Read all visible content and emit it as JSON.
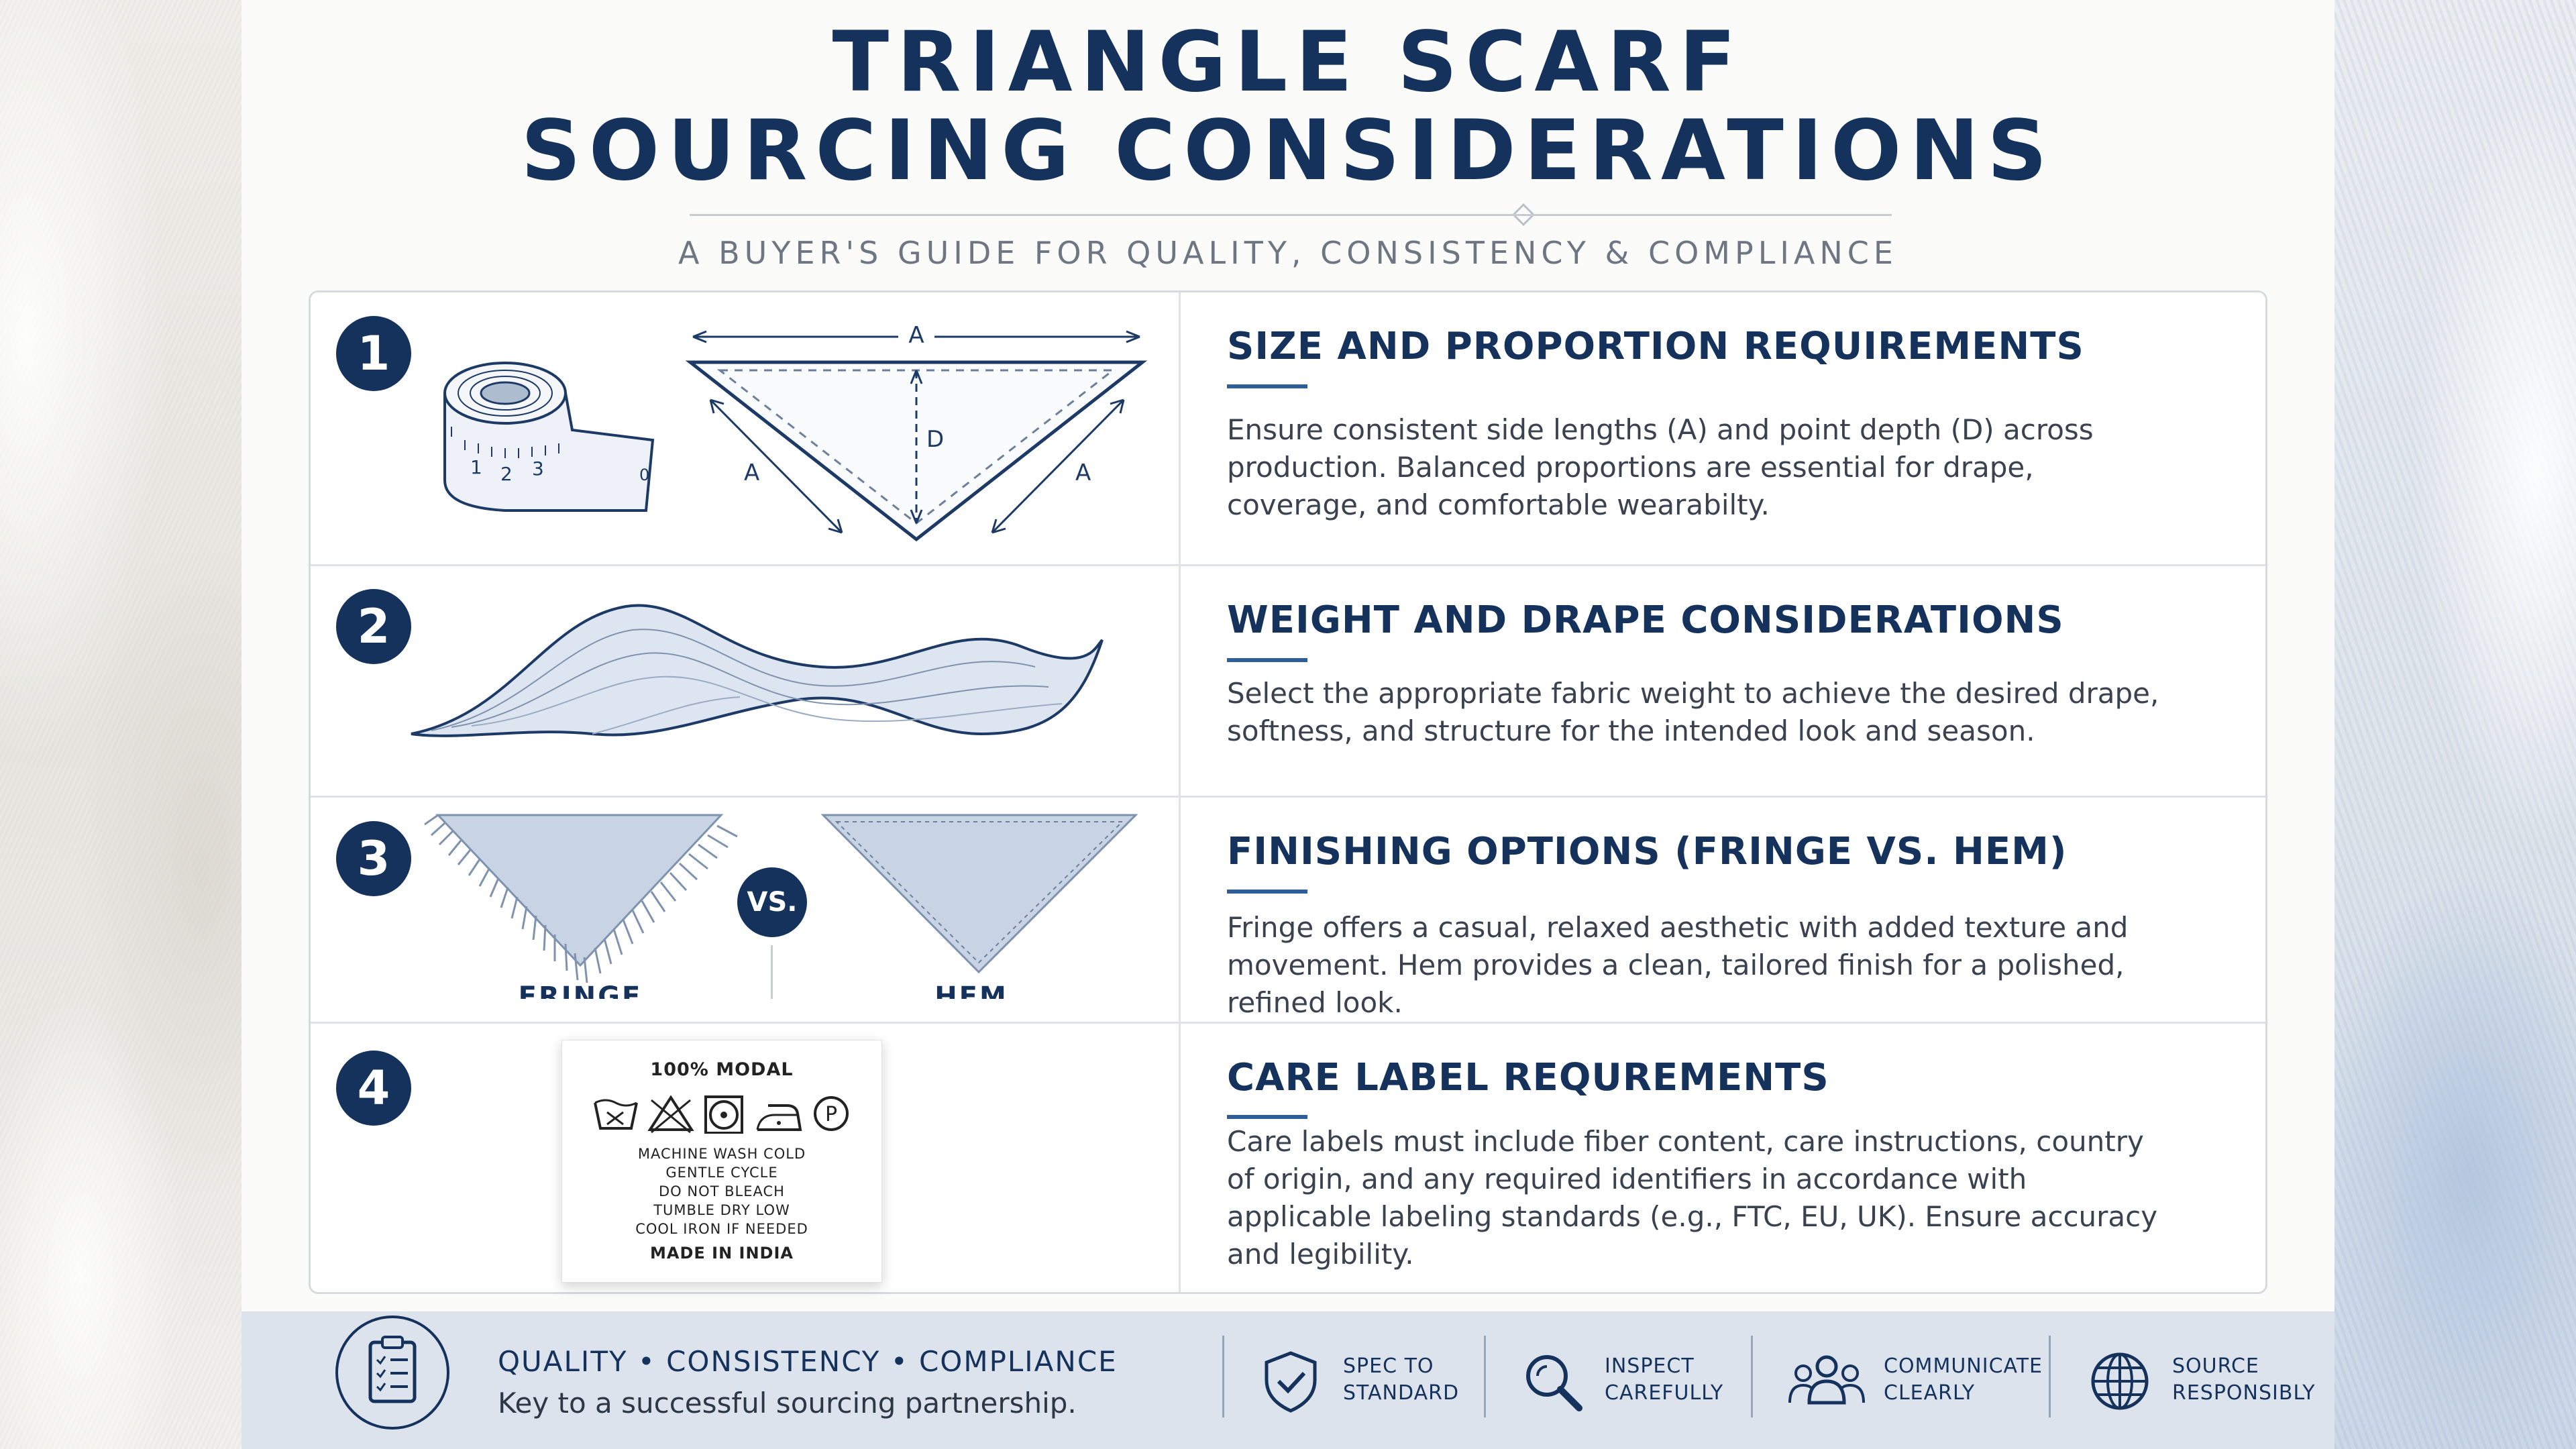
{
  "title": {
    "line1": "TRIANGLE SCARF",
    "line2": "SOURCING CONSIDERATIONS"
  },
  "subtitle": "A BUYER'S GUIDE FOR QUALITY, CONSISTENCY & COMPLIANCE",
  "colors": {
    "navy": "#15325c",
    "accent": "#2e5d9a",
    "footer": "#dce3ed"
  },
  "sections": [
    {
      "number": "1",
      "heading": "SIZE AND PROPORTION REQUIREMENTS",
      "body": "Ensure consistent side lengths (A) and point depth (D) across production. Balanced proportions are essential for drape, coverage, and comfortable wearabilty.",
      "diagram": {
        "side_label": "A",
        "depth_label": "D",
        "tape_marks": [
          "1",
          "2",
          "3",
          "0"
        ]
      }
    },
    {
      "number": "2",
      "heading": "WEIGHT AND DRAPE CONSIDERATIONS",
      "body": "Select the appropriate fabric weight to achieve the desired drape, softness, and structure for the intended look and season."
    },
    {
      "number": "3",
      "heading": "FINISHING OPTIONS (FRINGE VS. HEM)",
      "body": "Fringe offers a casual, relaxed aesthetic with added texture and movement. Hem provides a clean, tailored finish for a polished, refined look.",
      "fringe_label": "FRINGE",
      "vs_label": "VS.",
      "hem_label": "HEM"
    },
    {
      "number": "4",
      "heading": "CARE LABEL REQUREMENTS",
      "body": "Care labels must include fiber content, care instructions, country of origin, and any required identifiers in accordance with applicable labeling standards (e.g., FTC, EU, UK). Ensure accuracy and legibility.",
      "care_label": {
        "fiber": "100% MODAL",
        "icons": [
          "wash-30-icon",
          "no-bleach-icon",
          "tumble-dry-icon",
          "iron-icon",
          "dry-clean-p-icon"
        ],
        "p_symbol": "P",
        "instructions": [
          "MACHINE WASH COLD",
          "GENTLE CYCLE",
          "DO NOT BLEACH",
          "TUMBLE DRY LOW",
          "COOL IRON IF NEEDED"
        ],
        "origin": "MADE IN INDIA"
      }
    }
  ],
  "footer": {
    "tagline": "QUALITY • CONSISTENCY • COMPLIANCE",
    "subline": "Key to a successful sourcing partnership.",
    "items": [
      {
        "icon": "shield-check-icon",
        "line1": "SPEC TO",
        "line2": "STANDARD"
      },
      {
        "icon": "magnifier-icon",
        "line1": "INSPECT",
        "line2": "CAREFULLY"
      },
      {
        "icon": "people-icon",
        "line1": "COMMUNICATE",
        "line2": "CLEARLY"
      },
      {
        "icon": "globe-icon",
        "line1": "SOURCE",
        "line2": "RESPONSIBLY"
      }
    ]
  }
}
